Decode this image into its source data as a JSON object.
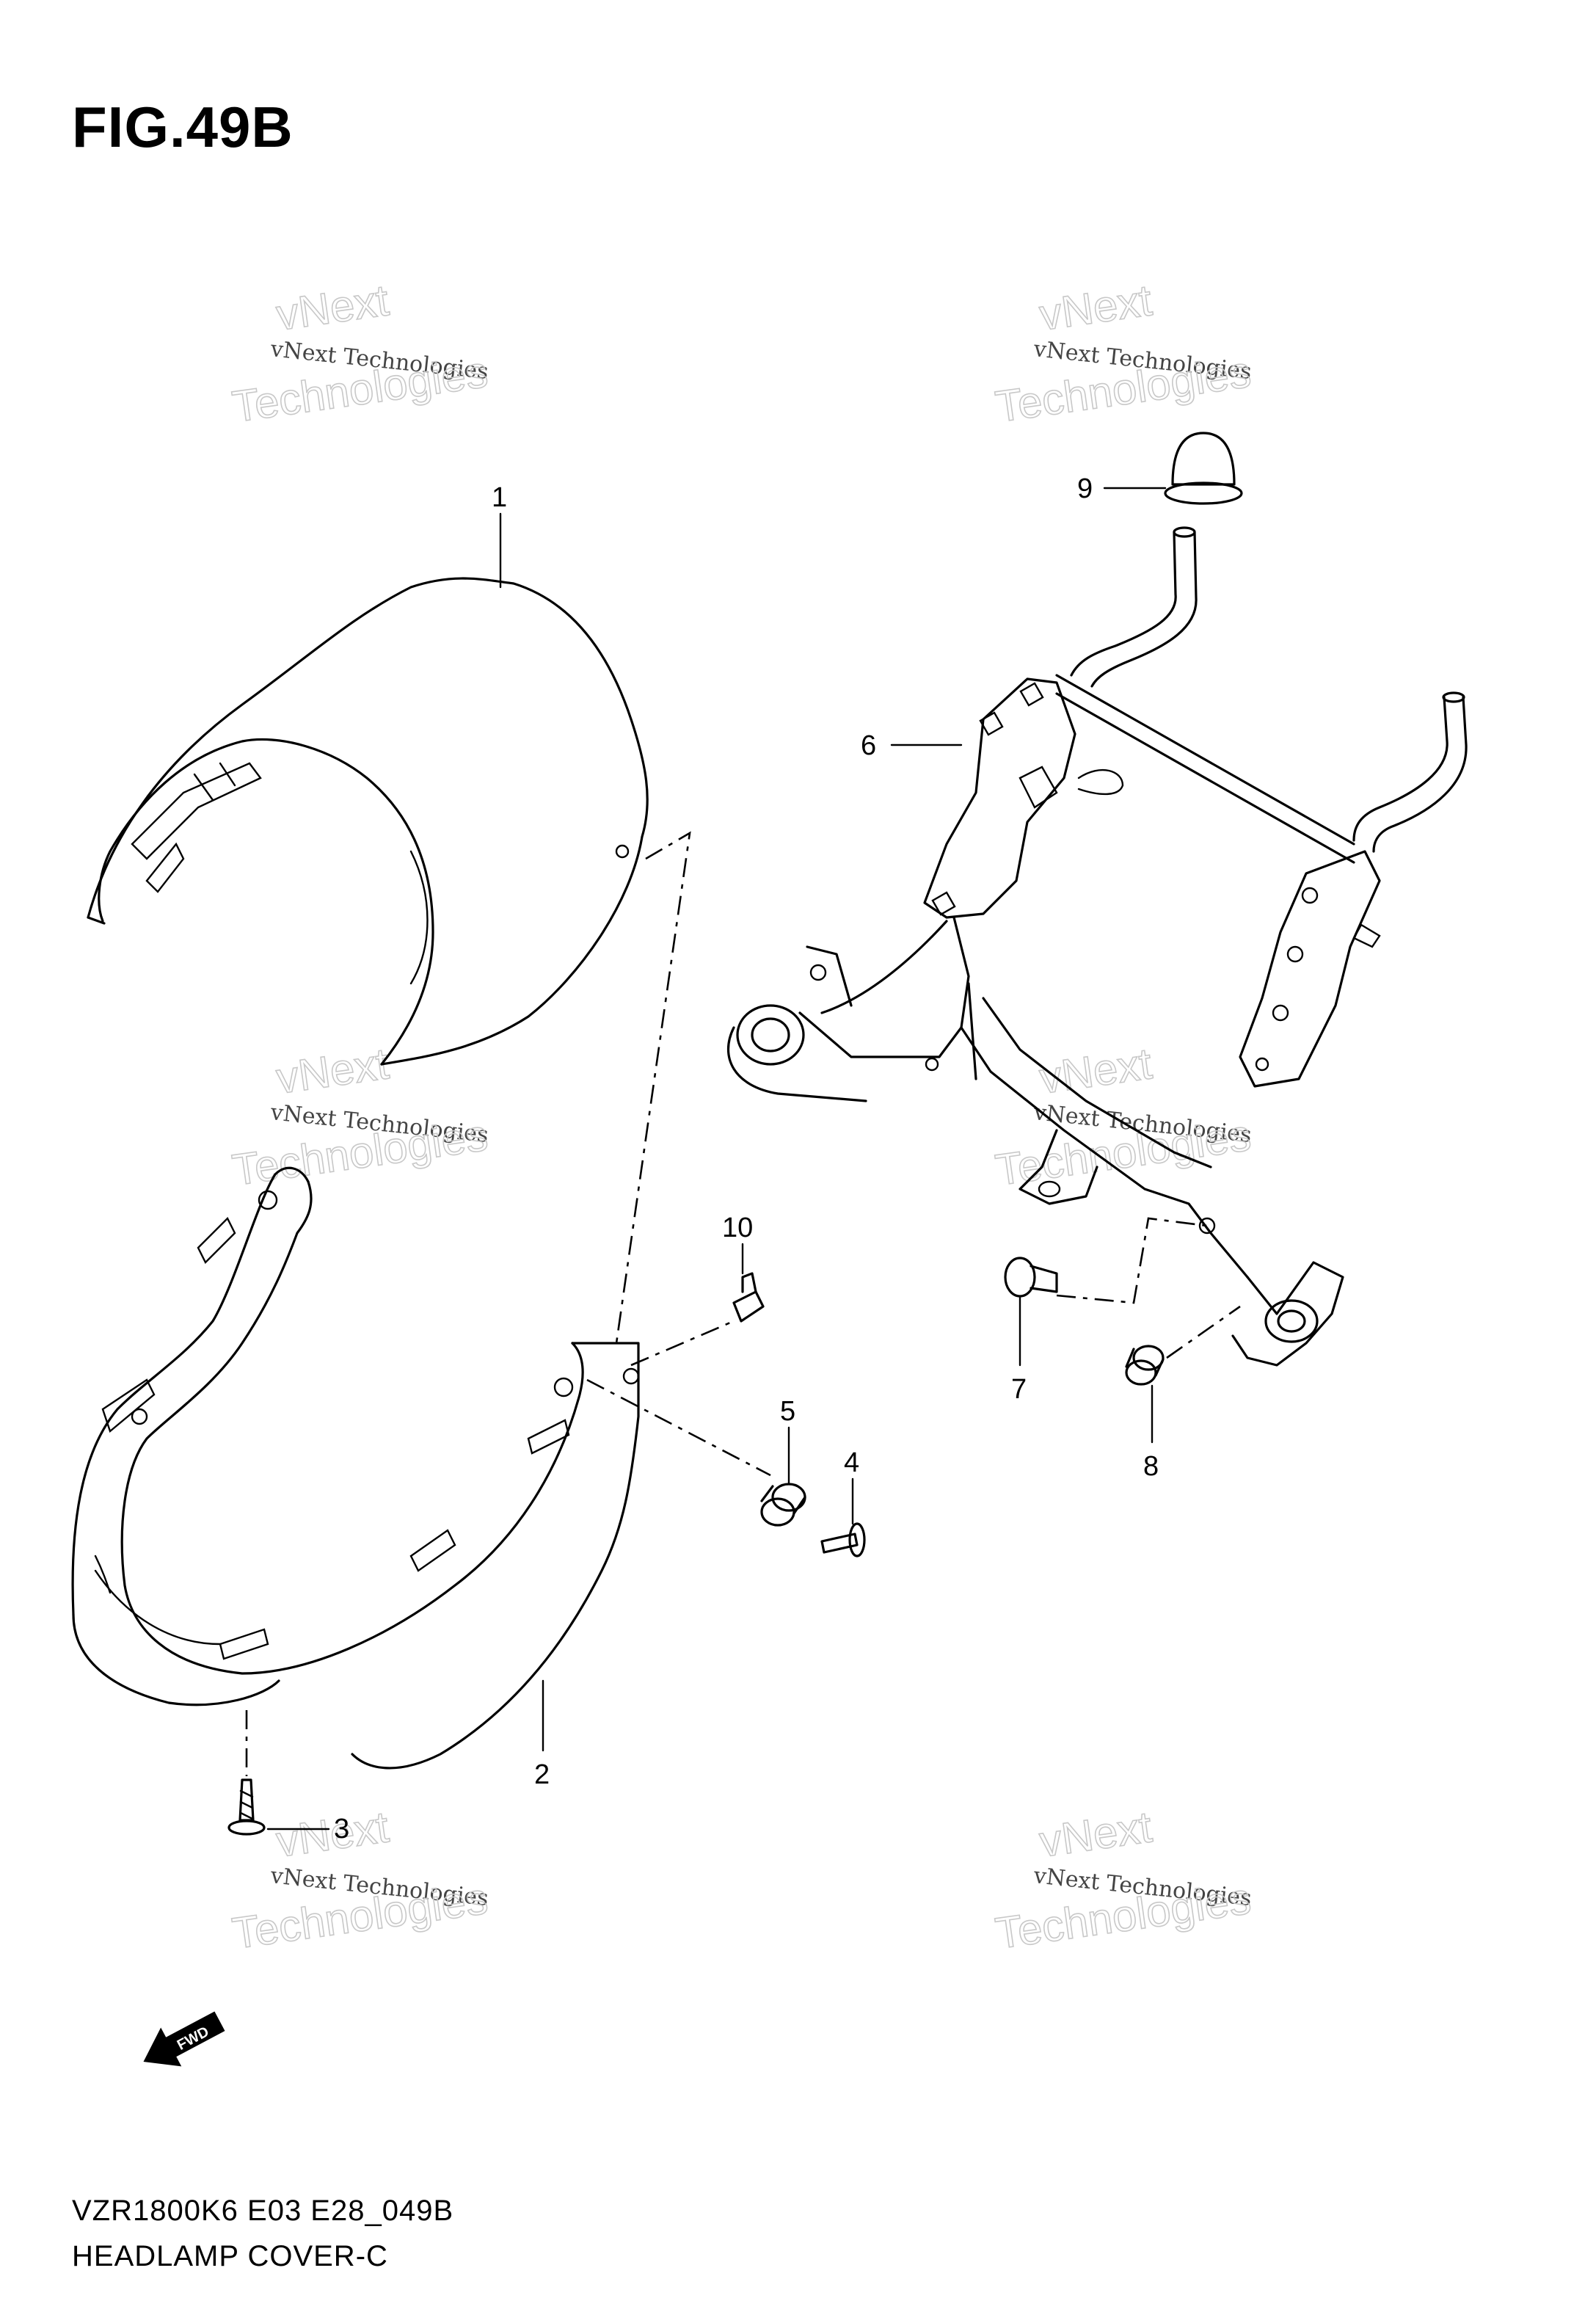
{
  "figure": {
    "title": "FIG.49B",
    "model_code": "VZR1800K6 E03 E28_049B",
    "caption": "HEADLAMP COVER-C"
  },
  "callouts": [
    "1",
    "2",
    "3",
    "4",
    "5",
    "6",
    "7",
    "8",
    "9",
    "10"
  ],
  "watermark": {
    "small": [
      "vNext",
      "vNext Technologies"
    ],
    "large": "Technologies"
  },
  "direction_marker": "FWD"
}
